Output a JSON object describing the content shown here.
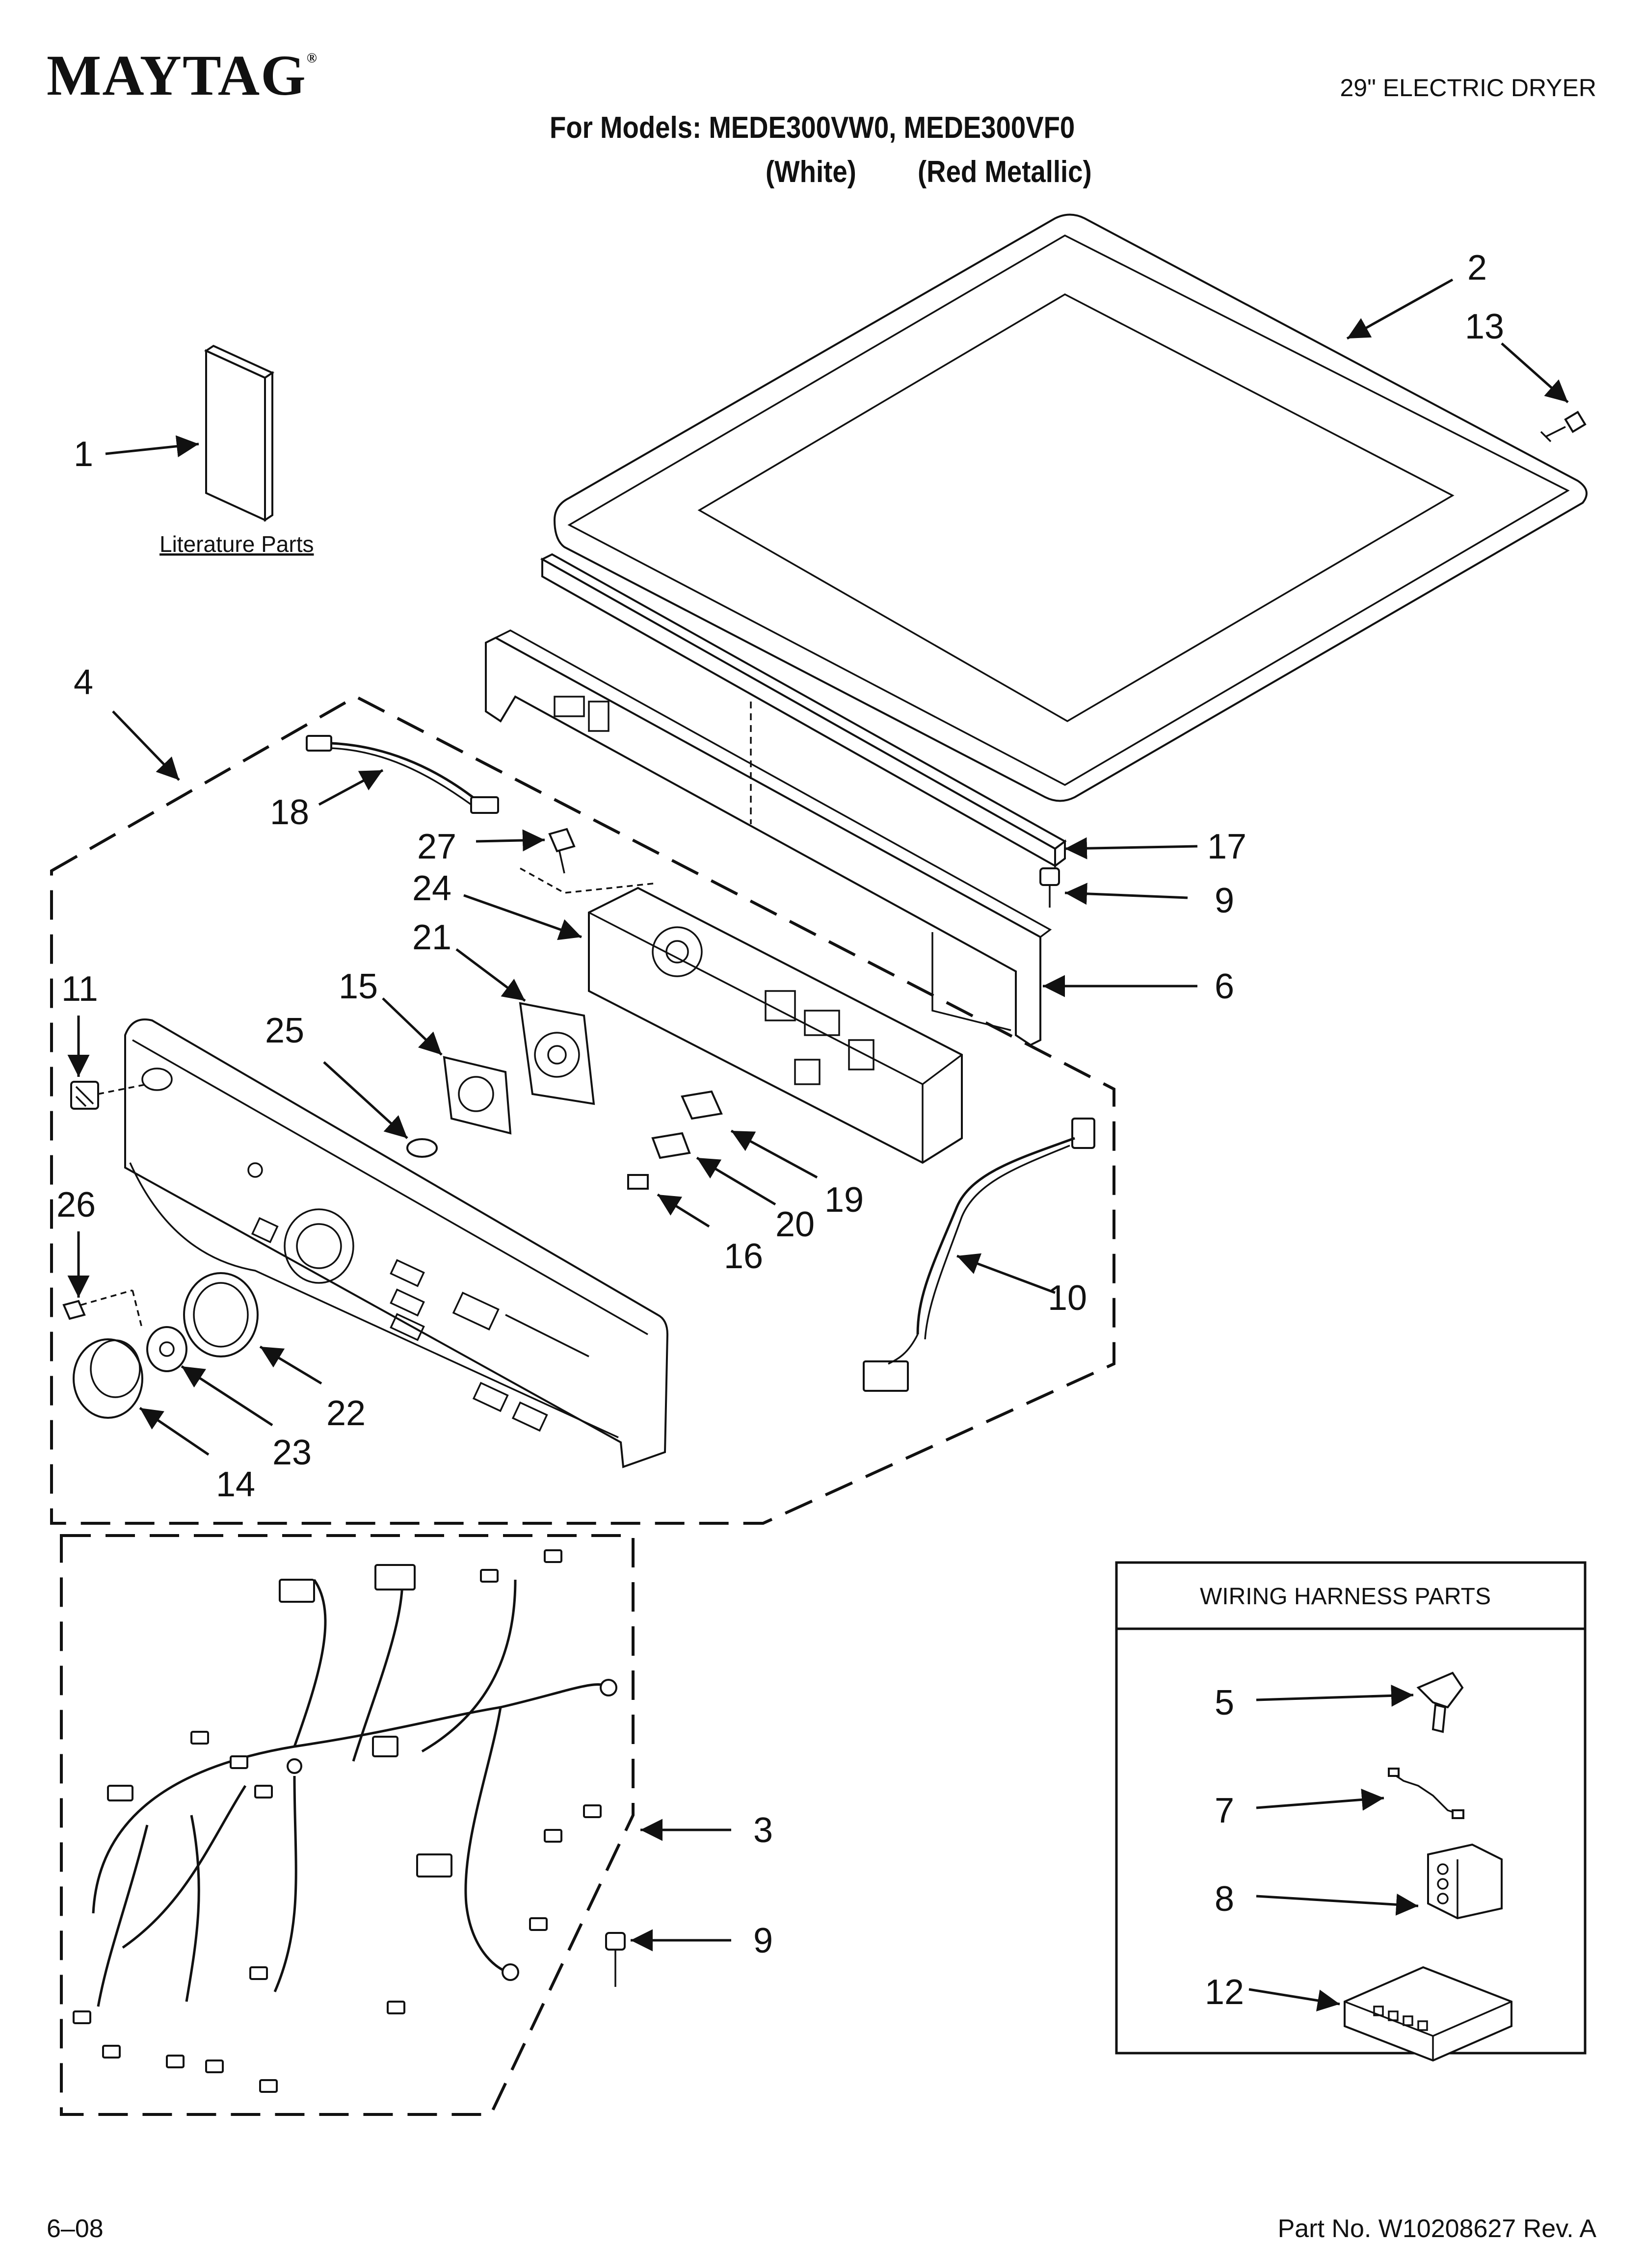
{
  "header": {
    "brand": "MAYTAG",
    "brand_mark": "®",
    "doc_type": "29\" ELECTRIC DRYER",
    "models_line": "For Models: MEDE300VW0, MEDE300VF0",
    "color_white": "(White)",
    "color_red": "(Red Metallic)"
  },
  "labels": {
    "literature": "Literature Parts",
    "wiring_box_title": "WIRING HARNESS PARTS"
  },
  "callouts": {
    "c1": "1",
    "c2": "2",
    "c3": "3",
    "c4": "4",
    "c5": "5",
    "c6": "6",
    "c7": "7",
    "c8": "8",
    "c9a": "9",
    "c9b": "9",
    "c10": "10",
    "c11": "11",
    "c12": "12",
    "c13": "13",
    "c14": "14",
    "c15": "15",
    "c16": "16",
    "c17": "17",
    "c18": "18",
    "c19": "19",
    "c20": "20",
    "c21": "21",
    "c22": "22",
    "c23": "23",
    "c24": "24",
    "c25": "25",
    "c26": "26",
    "c27": "27"
  },
  "footer": {
    "date": "6–08",
    "part_no": "Part No. W10208627 Rev. A"
  }
}
